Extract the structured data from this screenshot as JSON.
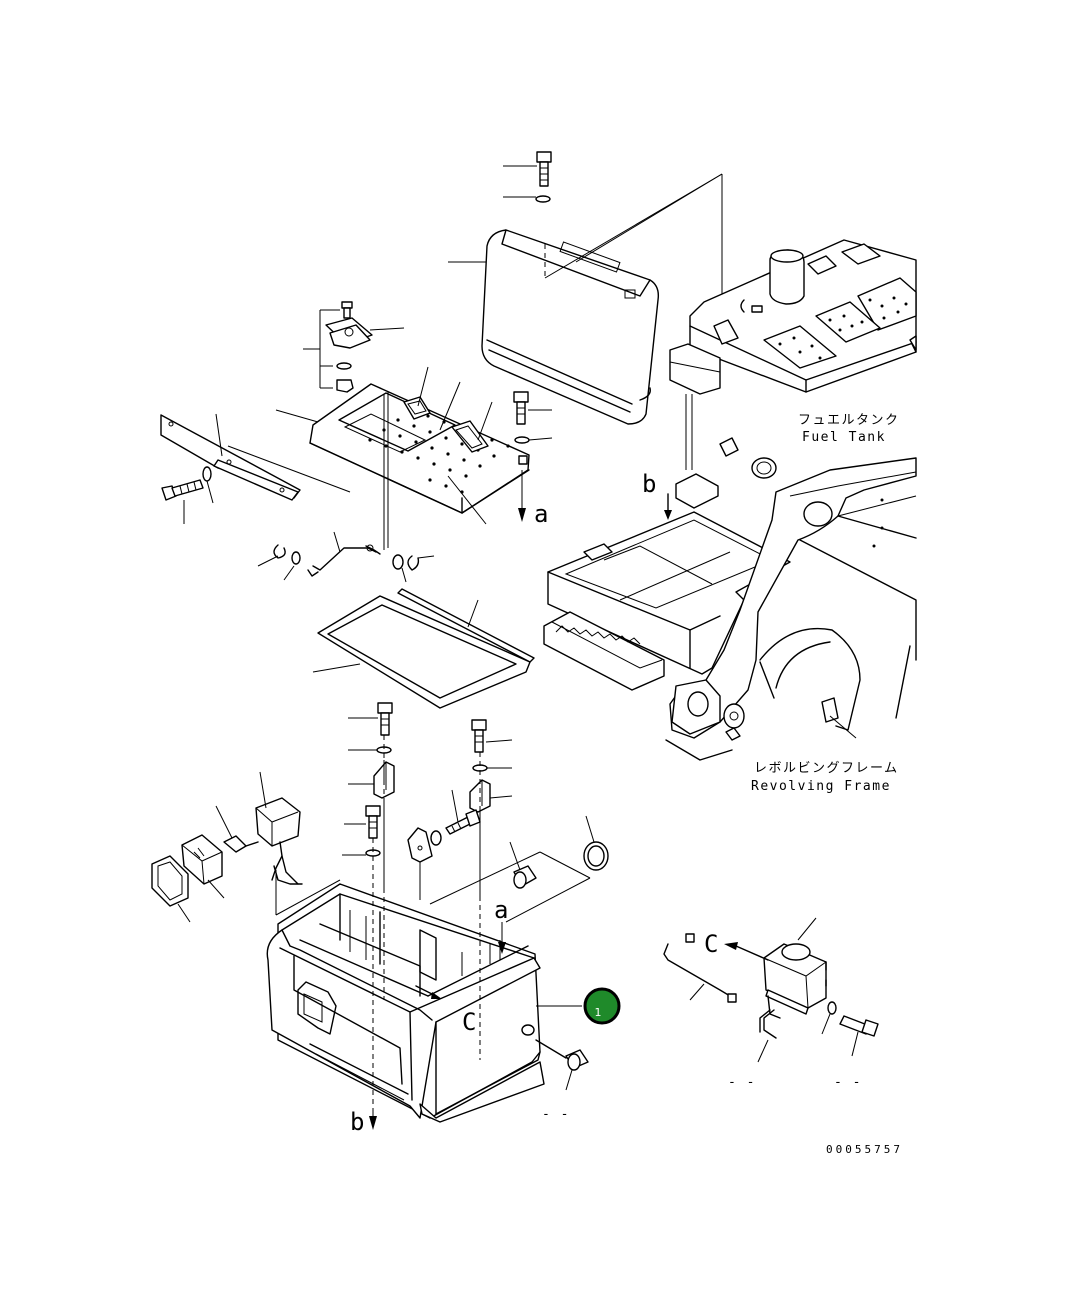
{
  "labels": {
    "fuel_tank_jp": "フュエルタンク",
    "fuel_tank_en": "Fuel Tank",
    "revolving_frame_jp": "レボルビングフレーム",
    "revolving_frame_en": "Revolving Frame"
  },
  "view_letters": {
    "a_top": "a",
    "a_bottom": "a",
    "b_top": "b",
    "b_bottom": "b",
    "c_box": "C",
    "c_reservoir": "C"
  },
  "callout": {
    "number": "1",
    "color": "#1f8a2a"
  },
  "partial_labels": {
    "dash_a": "- -",
    "dash_b": "- -",
    "dash_c": "- -"
  },
  "drawing_number": "00055757"
}
